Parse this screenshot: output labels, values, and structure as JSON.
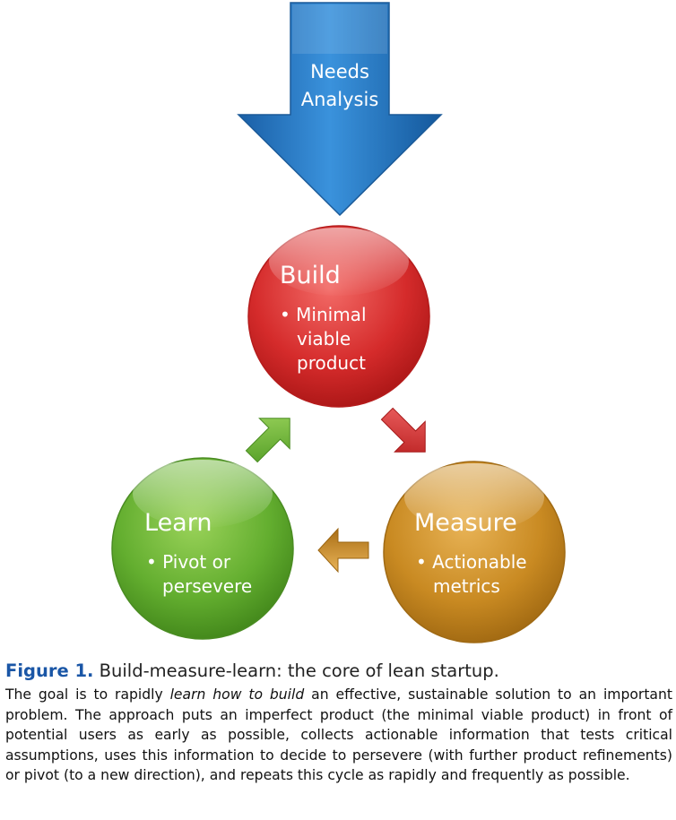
{
  "diagram": {
    "top_arrow": {
      "lines": [
        "Needs",
        "Analysis"
      ]
    },
    "nodes": {
      "build": {
        "title": "Build",
        "bullet_lines": [
          "• Minimal",
          "viable",
          "product"
        ]
      },
      "learn": {
        "title": "Learn",
        "bullet_lines": [
          "• Pivot or",
          "persevere"
        ]
      },
      "measure": {
        "title": "Measure",
        "bullet_lines": [
          "• Actionable",
          "metrics"
        ]
      }
    },
    "colors": {
      "blue": "#1f73bf",
      "red": "#d42a2a",
      "green": "#62ae2e",
      "gold": "#c98a22"
    }
  },
  "caption": {
    "label": "Figure 1.",
    "title": "Build-measure-learn: the core of lean startup.",
    "body_pre": "The goal is to rapidly ",
    "body_em": "learn how to build",
    "body_post": " an effective, sustainable solution to an important problem. The approach puts an imperfect product (the minimal viable product) in front of potential users as early as possible, collects actionable information that tests critical assumptions, uses this information to decide to persevere (with further product refinements) or pivot (to a new direction), and repeats this cycle as rapidly and frequently as possible."
  }
}
